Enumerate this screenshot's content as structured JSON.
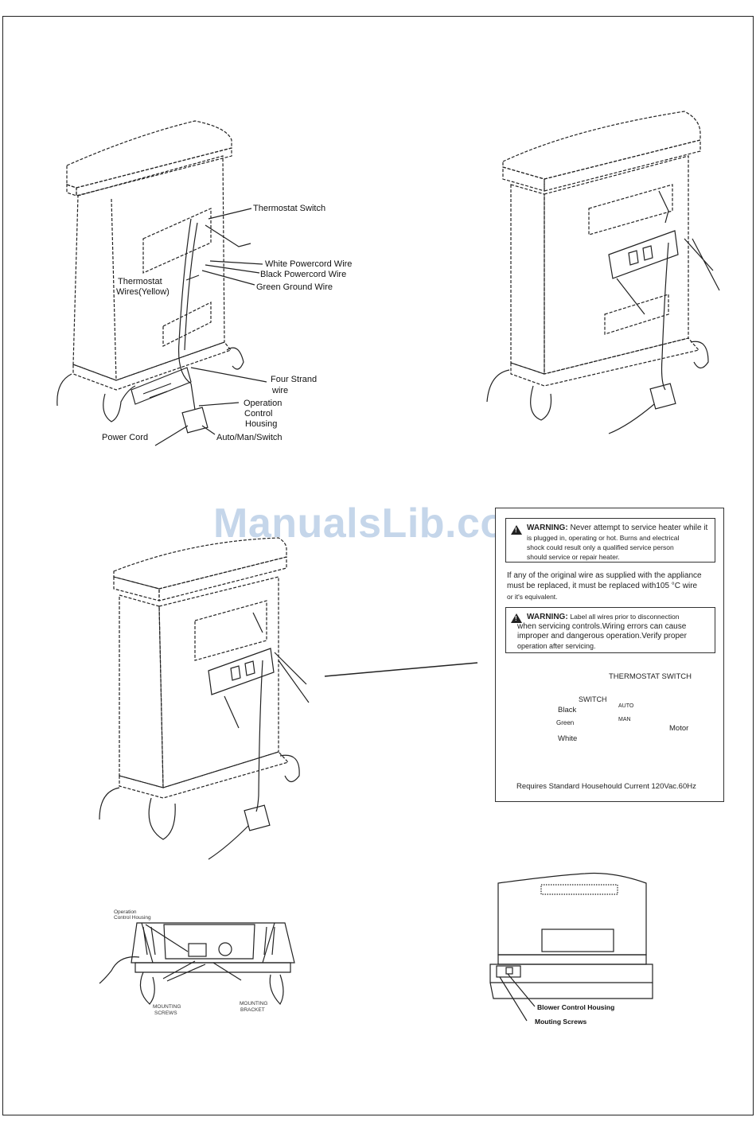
{
  "watermark": "ManualsLib.com",
  "fig1": {
    "thermostat_switch": "Thermostat Switch",
    "white_wire": "White Powercord Wire",
    "black_wire": "Black Powercord Wire",
    "green_wire": "Green Ground Wire",
    "thermostat_wires_1": "Thermostat",
    "thermostat_wires_2": "Wires(Yellow)",
    "four_strand_1": "Four Strand",
    "four_strand_2": "wire",
    "op_control_1": "Operation",
    "op_control_2": "Control",
    "op_control_3": "Housing",
    "power_cord": "Power Cord",
    "auto_switch": "Auto/Man/Switch"
  },
  "warning": {
    "w1_label": "WARNING:",
    "w1_line1": "Never attempt to service heater while it",
    "w1_line2": "is plugged in, operating or hot. Burns and electrical",
    "w1_line3": "shock could result only a qualified service person",
    "w1_line4": "should service or repair heater.",
    "p_line1": "If any of the original wire as supplied with the appliance",
    "p_line2": "must be replaced, it must be replaced with105 °C wire",
    "p_line3": "or it's equivalent.",
    "w2_label": "WARNING:",
    "w2_line1": "Label all wires prior to disconnection",
    "w2_line2": "when servicing controls.Wiring errors can cause",
    "w2_line3": "improper and dangerous operation.Verify proper",
    "w2_line4": "operation after servicing.",
    "thermostat_switch": "THERMOSTAT SWITCH",
    "switch": "SWITCH",
    "auto": "AUTO",
    "man": "MAN",
    "black": "Black",
    "green": "Green",
    "white": "White",
    "motor": "Motor",
    "requires": "Requires Standard Househould Current 120Vac.60Hz"
  },
  "fig5": {
    "op_control_1": "Operation",
    "op_control_2": "Control Housing",
    "mounting_screws_1": "MOUNTING",
    "mounting_screws_2": "SCREWS",
    "mounting_bracket_1": "MOUNTING",
    "mounting_bracket_2": "BRACKET"
  },
  "fig6": {
    "blower_housing": "Blower Control Housing",
    "mounting_screws": "Mouting Screws"
  }
}
